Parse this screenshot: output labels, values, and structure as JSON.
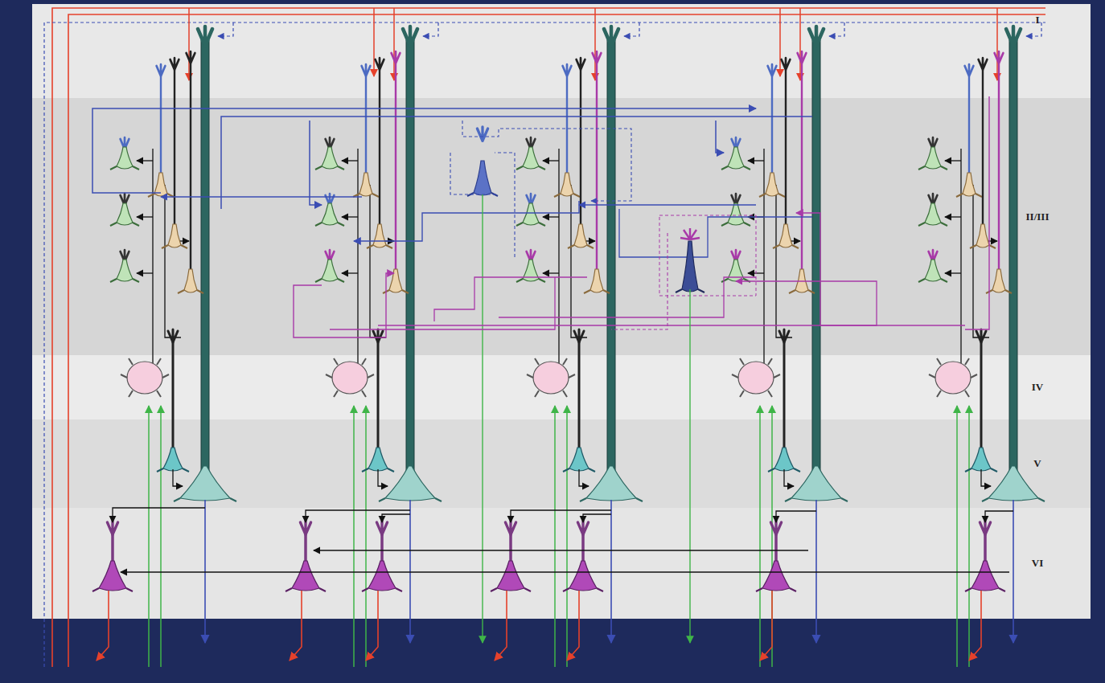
{
  "diagram": {
    "nodes": [
      {
        "text": [
          "I"
        ]
      },
      {
        "text": [
          "II/III"
        ]
      },
      {
        "text": [
          "IV"
        ]
      },
      {
        "text": [
          "V"
        ]
      },
      {
        "text": [
          "VI"
        ]
      }
    ]
  }
}
